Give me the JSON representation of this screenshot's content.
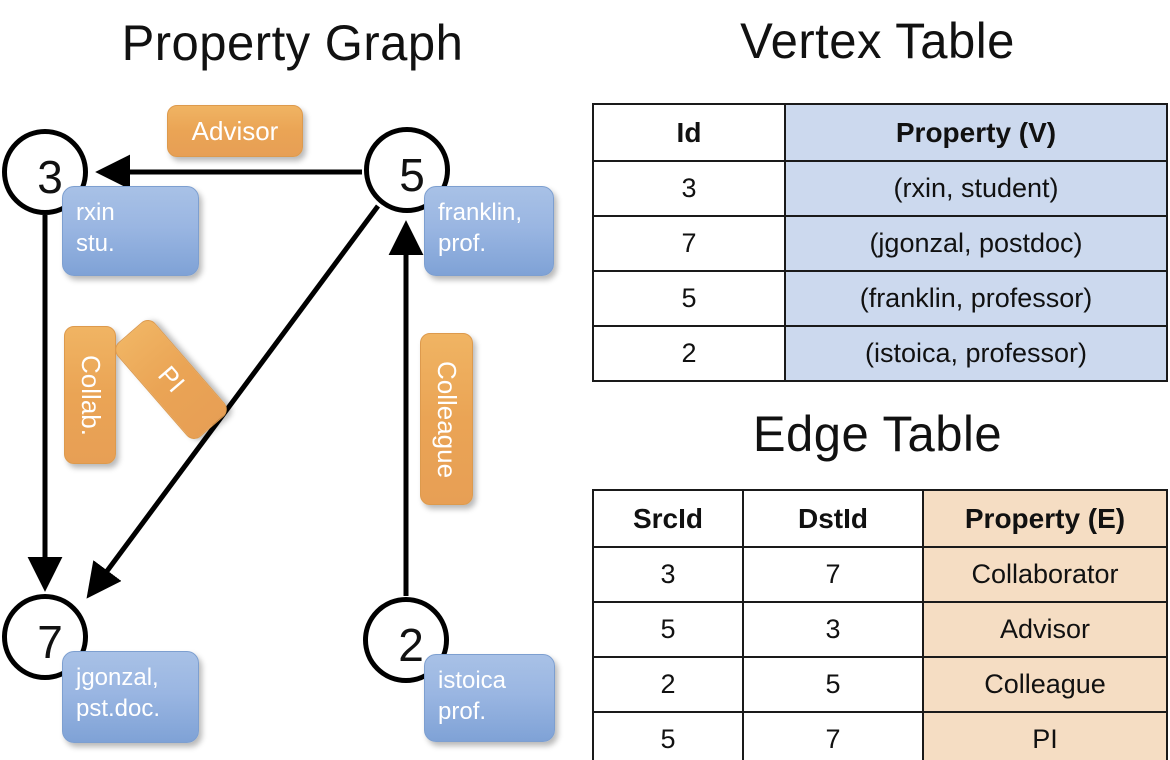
{
  "titles": {
    "property_graph": "Property Graph",
    "vertex_table": "Vertex Table",
    "edge_table": "Edge Table"
  },
  "graph": {
    "nodes": [
      {
        "id": "3",
        "property": "rxin\nstu."
      },
      {
        "id": "5",
        "property": "franklin,\nprof."
      },
      {
        "id": "7",
        "property": "jgonzal,\npst.doc."
      },
      {
        "id": "2",
        "property": "istoica\nprof."
      }
    ],
    "edge_labels": [
      {
        "name": "advisor",
        "text": "Advisor"
      },
      {
        "name": "collab",
        "text": "Collab."
      },
      {
        "name": "pi",
        "text": "PI"
      },
      {
        "name": "colleague",
        "text": "Colleague"
      }
    ],
    "edges": [
      {
        "src": "5",
        "dst": "3",
        "label": "Advisor"
      },
      {
        "src": "3",
        "dst": "7",
        "label": "Collab."
      },
      {
        "src": "5",
        "dst": "7",
        "label": "PI"
      },
      {
        "src": "2",
        "dst": "5",
        "label": "Colleague"
      }
    ]
  },
  "vertex_table": {
    "headers": [
      "Id",
      "Property (V)"
    ],
    "rows": [
      {
        "id": "3",
        "property": "(rxin, student)"
      },
      {
        "id": "7",
        "property": "(jgonzal, postdoc)"
      },
      {
        "id": "5",
        "property": "(franklin, professor)"
      },
      {
        "id": "2",
        "property": "(istoica, professor)"
      }
    ]
  },
  "edge_table": {
    "headers": [
      "SrcId",
      "DstId",
      "Property (E)"
    ],
    "rows": [
      {
        "src": "3",
        "dst": "7",
        "property": "Collaborator"
      },
      {
        "src": "5",
        "dst": "3",
        "property": "Advisor"
      },
      {
        "src": "2",
        "dst": "5",
        "property": "Colleague"
      },
      {
        "src": "5",
        "dst": "7",
        "property": "PI"
      }
    ]
  },
  "colors": {
    "vertex_property_fill": "#ccd9ee",
    "edge_property_fill": "#f5ddc3",
    "node_box_blue": "#9ab6e2",
    "edge_badge_orange": "#eaa455",
    "stroke": "#000000"
  }
}
